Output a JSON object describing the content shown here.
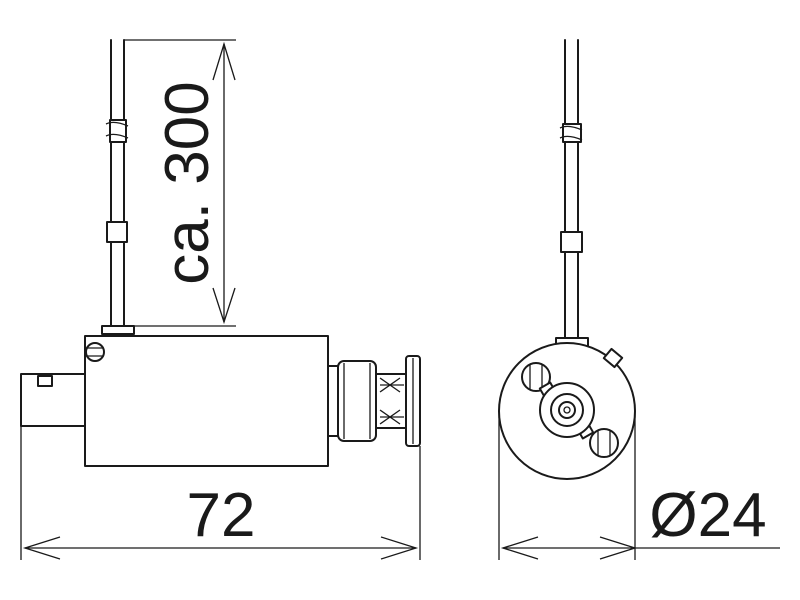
{
  "dimensions": {
    "length_label": "72",
    "diameter_label": "Ø24",
    "cable_length_label": "ca. 300"
  }
}
